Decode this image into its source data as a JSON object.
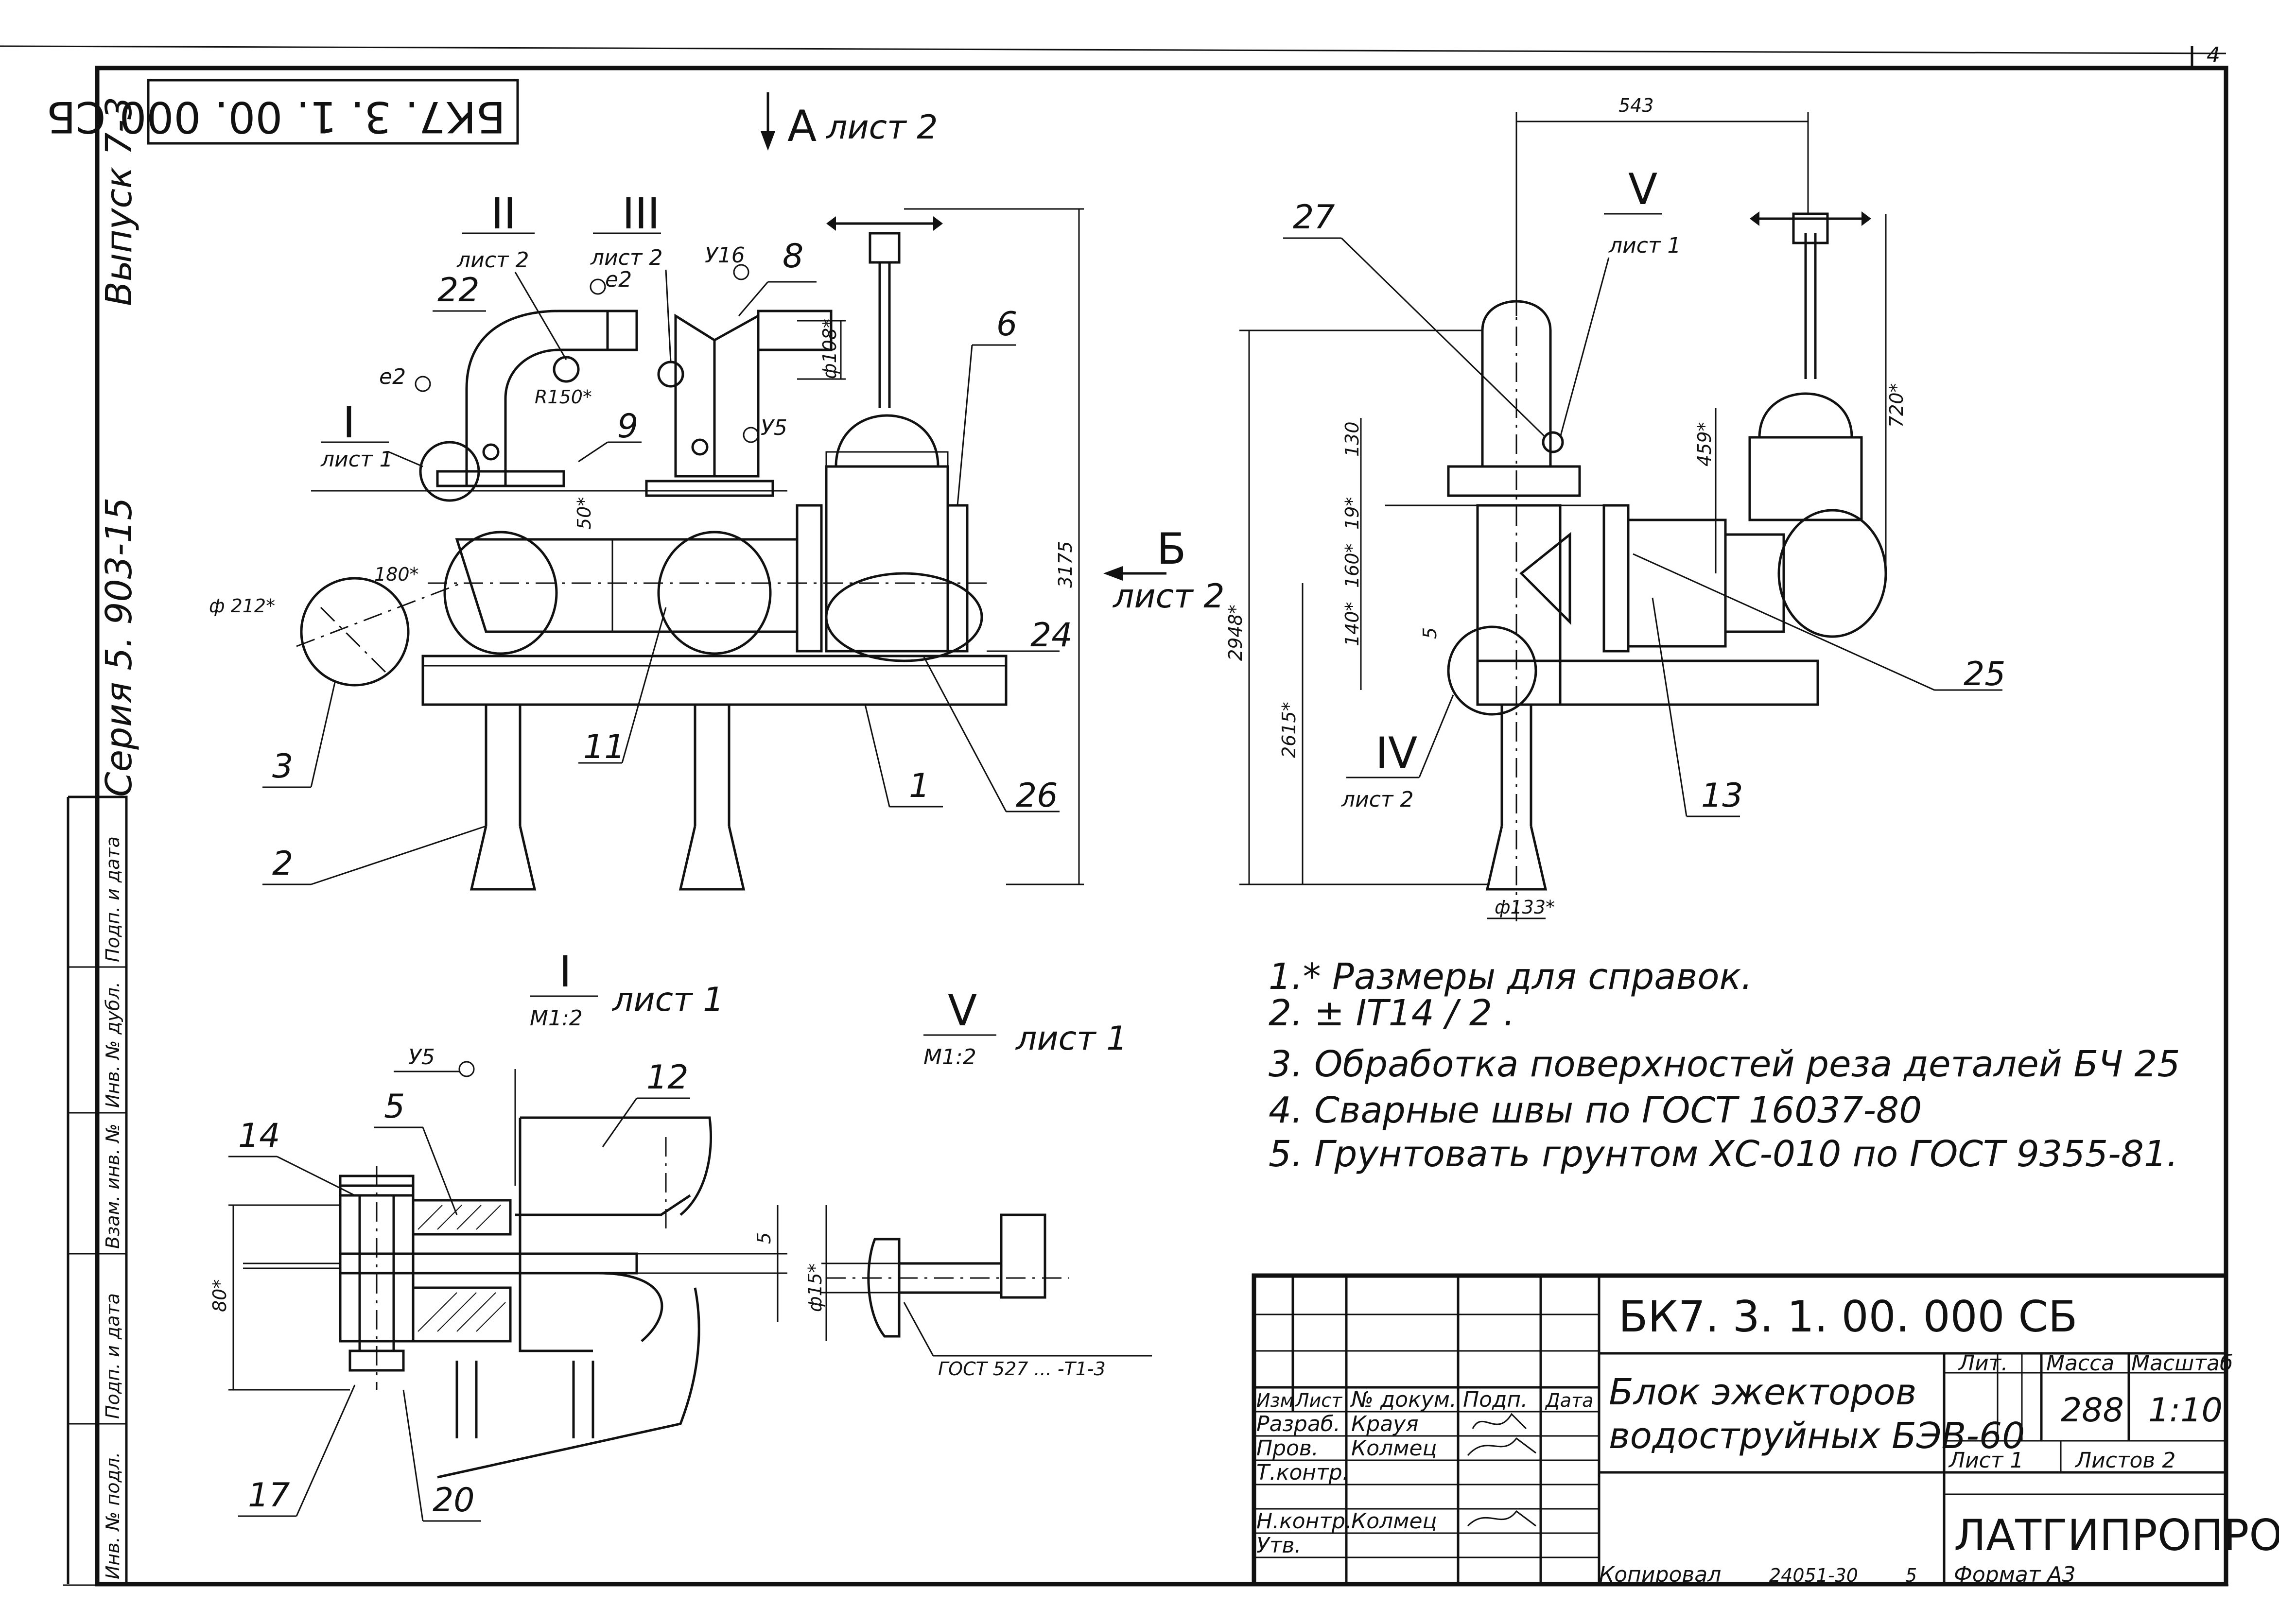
{
  "sheet_number": "4",
  "top_code": "БК7. 3. 1. 00. 000 СБ",
  "side": {
    "issue": "Выпуск 7-3",
    "series": "Серия 5. 903-15",
    "stamp_cols": [
      "Инв. № подл.",
      "Подп. и дата",
      "Взам. инв. №",
      "Инв. № дубл.",
      "Подп. и дата"
    ]
  },
  "view_a": {
    "letter": "А",
    "ref": "лист 2"
  },
  "view_b": {
    "letter": "Б",
    "ref": "лист 2"
  },
  "section_refs": [
    {
      "num": "I",
      "ref": "лист 1"
    },
    {
      "num": "II",
      "ref": "лист 2"
    },
    {
      "num": "III",
      "ref": "лист 2"
    },
    {
      "num": "IV",
      "ref": "лист 2"
    },
    {
      "num": "V",
      "ref": "лист 1"
    }
  ],
  "weld_marks": [
    "е2",
    "е2",
    "У16",
    "У5",
    "У5"
  ],
  "positions_left": [
    "22",
    "8",
    "6",
    "9",
    "3",
    "2",
    "11",
    "1",
    "24",
    "26"
  ],
  "positions_right": [
    "27",
    "25",
    "13"
  ],
  "positions_detail_I": [
    "14",
    "5",
    "12",
    "17",
    "20"
  ],
  "dimensions": {
    "d108": "ф108*",
    "r150": "R150*",
    "d212": "ф 212*",
    "a80": "180*",
    "d50": "50*",
    "h3175": "3175",
    "w543": "543",
    "h720": "720*",
    "h459": "459*",
    "h130": "130",
    "h19": "19*",
    "h160": "160*",
    "h140": "140*",
    "h2948": "2948*",
    "h2615": "2615*",
    "d5": "5",
    "d133": "ф133*",
    "h80": "80*",
    "w5": "5",
    "d15": "ф15*"
  },
  "detail_I": {
    "num": "I",
    "scale": "М1:2",
    "ref": "лист 1"
  },
  "detail_V": {
    "num": "V",
    "scale": "М1:2",
    "ref": "лист 1"
  },
  "gost_label": "ГОСТ 527 ... -Т1-3",
  "notes": [
    "1.* Размеры для справок.",
    "2. ± IT14 / 2 .",
    "3. Обработка поверхностей реза деталей БЧ 25",
    "4. Сварные швы по ГОСТ 16037-80",
    "5. Грунтовать грунтом ХС-010 по ГОСТ 9355-81."
  ],
  "title_block": {
    "code": "БК7. 3. 1. 00. 000 СБ",
    "title_line1": "Блок эжекторов",
    "title_line2": "водоструйных БЭВ-60",
    "hdr_izm": "Изм",
    "hdr_list": "Лист",
    "hdr_doc": "№ докум.",
    "hdr_sign": "Подп.",
    "hdr_date": "Дата",
    "row_razrab": "Разраб.",
    "name_razrab": "Крауя",
    "row_prov": "Пров.",
    "name_prov": "Колмец",
    "row_tkontr": "Т.контр.",
    "row_nkontr": "Н.контр.",
    "name_nkontr": "Колмец",
    "row_utv": "Утв.",
    "lit": "Лит.",
    "mass_hdr": "Масса",
    "scale_hdr": "Масштаб",
    "mass": "288",
    "scale": "1:10",
    "sheet": "Лист 1",
    "sheets": "Листов 2",
    "org": "ЛАТГИПРОПРОМ"
  },
  "footer": {
    "copied": "Копировал",
    "copy_no": "24051-30",
    "num": "5",
    "format": "Формат А3"
  }
}
